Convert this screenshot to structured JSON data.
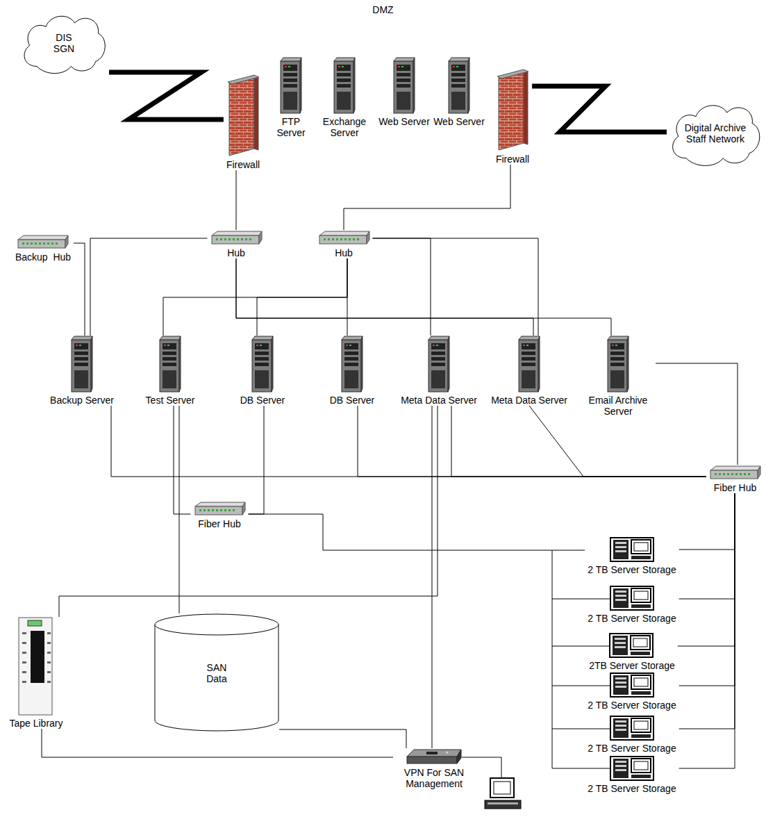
{
  "diagram": {
    "nodes": [
      {
        "text": [
          "DIS SGN"
        ]
      },
      {
        "text": [
          "Firewall"
        ]
      },
      {
        "text": [
          "FTP Server"
        ]
      },
      {
        "text": [
          "Exchange Server"
        ]
      },
      {
        "text": [
          "Web Server"
        ]
      },
      {
        "text": [
          "Web Server"
        ]
      },
      {
        "text": [
          "Firewall"
        ]
      },
      {
        "text": [
          "Digital Archive Staff Network"
        ]
      },
      {
        "text": [
          "Backup  Hub"
        ]
      },
      {
        "text": [
          "Hub"
        ]
      },
      {
        "text": [
          "Hub"
        ]
      },
      {
        "text": [
          "Backup Server"
        ]
      },
      {
        "text": [
          "Test Server"
        ]
      },
      {
        "text": [
          "DB Server"
        ]
      },
      {
        "text": [
          "DB Server"
        ]
      },
      {
        "text": [
          "Meta Data Server"
        ]
      },
      {
        "text": [
          "Meta Data Server"
        ]
      },
      {
        "text": [
          "Email Archive Server"
        ]
      },
      {
        "text": [
          "Fiber Hub"
        ]
      },
      {
        "text": [
          "Fiber Hub"
        ]
      },
      {
        "text": [
          "2 TB Server Storage"
        ]
      },
      {
        "text": [
          "2 TB Server Storage"
        ]
      },
      {
        "text": [
          "2TB Server Storage"
        ]
      },
      {
        "text": [
          "2 TB Server Storage"
        ]
      },
      {
        "text": [
          "2 TB Server Storage"
        ]
      },
      {
        "text": [
          "2 TB Server Storage"
        ]
      },
      {
        "text": [
          "Tape Library"
        ]
      },
      {
        "text": [
          "SAN Data"
        ]
      },
      {
        "text": [
          "VPN For SAN Management"
        ]
      }
    ],
    "edges": [
      {
        "from": 0,
        "to": 1,
        "arrow": "none"
      },
      {
        "from": 6,
        "to": 7,
        "arrow": "none"
      },
      {
        "from": 1,
        "to": 9,
        "arrow": "none"
      },
      {
        "from": 6,
        "to": 10,
        "arrow": "none"
      },
      {
        "from": 9,
        "to": 11,
        "arrow": "none"
      },
      {
        "from": 8,
        "to": 11,
        "arrow": "none"
      },
      {
        "from": 10,
        "to": 15,
        "arrow": "none"
      },
      {
        "from": 10,
        "to": 16,
        "arrow": "none"
      },
      {
        "from": 10,
        "to": 12,
        "arrow": "none"
      },
      {
        "from": 10,
        "to": 13,
        "arrow": "none"
      },
      {
        "from": 10,
        "to": 14,
        "arrow": "none"
      },
      {
        "from": 9,
        "to": 17,
        "arrow": "none"
      },
      {
        "from": 9,
        "to": 16,
        "arrow": "none"
      },
      {
        "from": 11,
        "to": 18,
        "arrow": "none"
      },
      {
        "from": 12,
        "to": 19,
        "arrow": "none"
      },
      {
        "from": 13,
        "to": 19,
        "arrow": "none"
      },
      {
        "from": 14,
        "to": 18,
        "arrow": "none"
      },
      {
        "from": 15,
        "to": 18,
        "arrow": "none"
      },
      {
        "from": 16,
        "to": 18,
        "arrow": "none"
      },
      {
        "from": 17,
        "to": 18,
        "arrow": "none"
      },
      {
        "from": 18,
        "to": 20,
        "arrow": "none"
      },
      {
        "from": 18,
        "to": 21,
        "arrow": "none"
      },
      {
        "from": 18,
        "to": 22,
        "arrow": "none"
      },
      {
        "from": 18,
        "to": 23,
        "arrow": "none"
      },
      {
        "from": 18,
        "to": 24,
        "arrow": "none"
      },
      {
        "from": 18,
        "to": 25,
        "arrow": "none"
      },
      {
        "from": 19,
        "to": 20,
        "arrow": "none"
      },
      {
        "from": 26,
        "to": 15,
        "arrow": "none"
      },
      {
        "from": 27,
        "to": 28,
        "arrow": "none"
      },
      {
        "from": 26,
        "to": 28,
        "arrow": "none"
      },
      {
        "from": 27,
        "to": 12,
        "arrow": "none"
      },
      {
        "from": 28,
        "to": 15,
        "arrow": "none"
      }
    ],
    "labels": [
      "DMZ"
    ]
  }
}
